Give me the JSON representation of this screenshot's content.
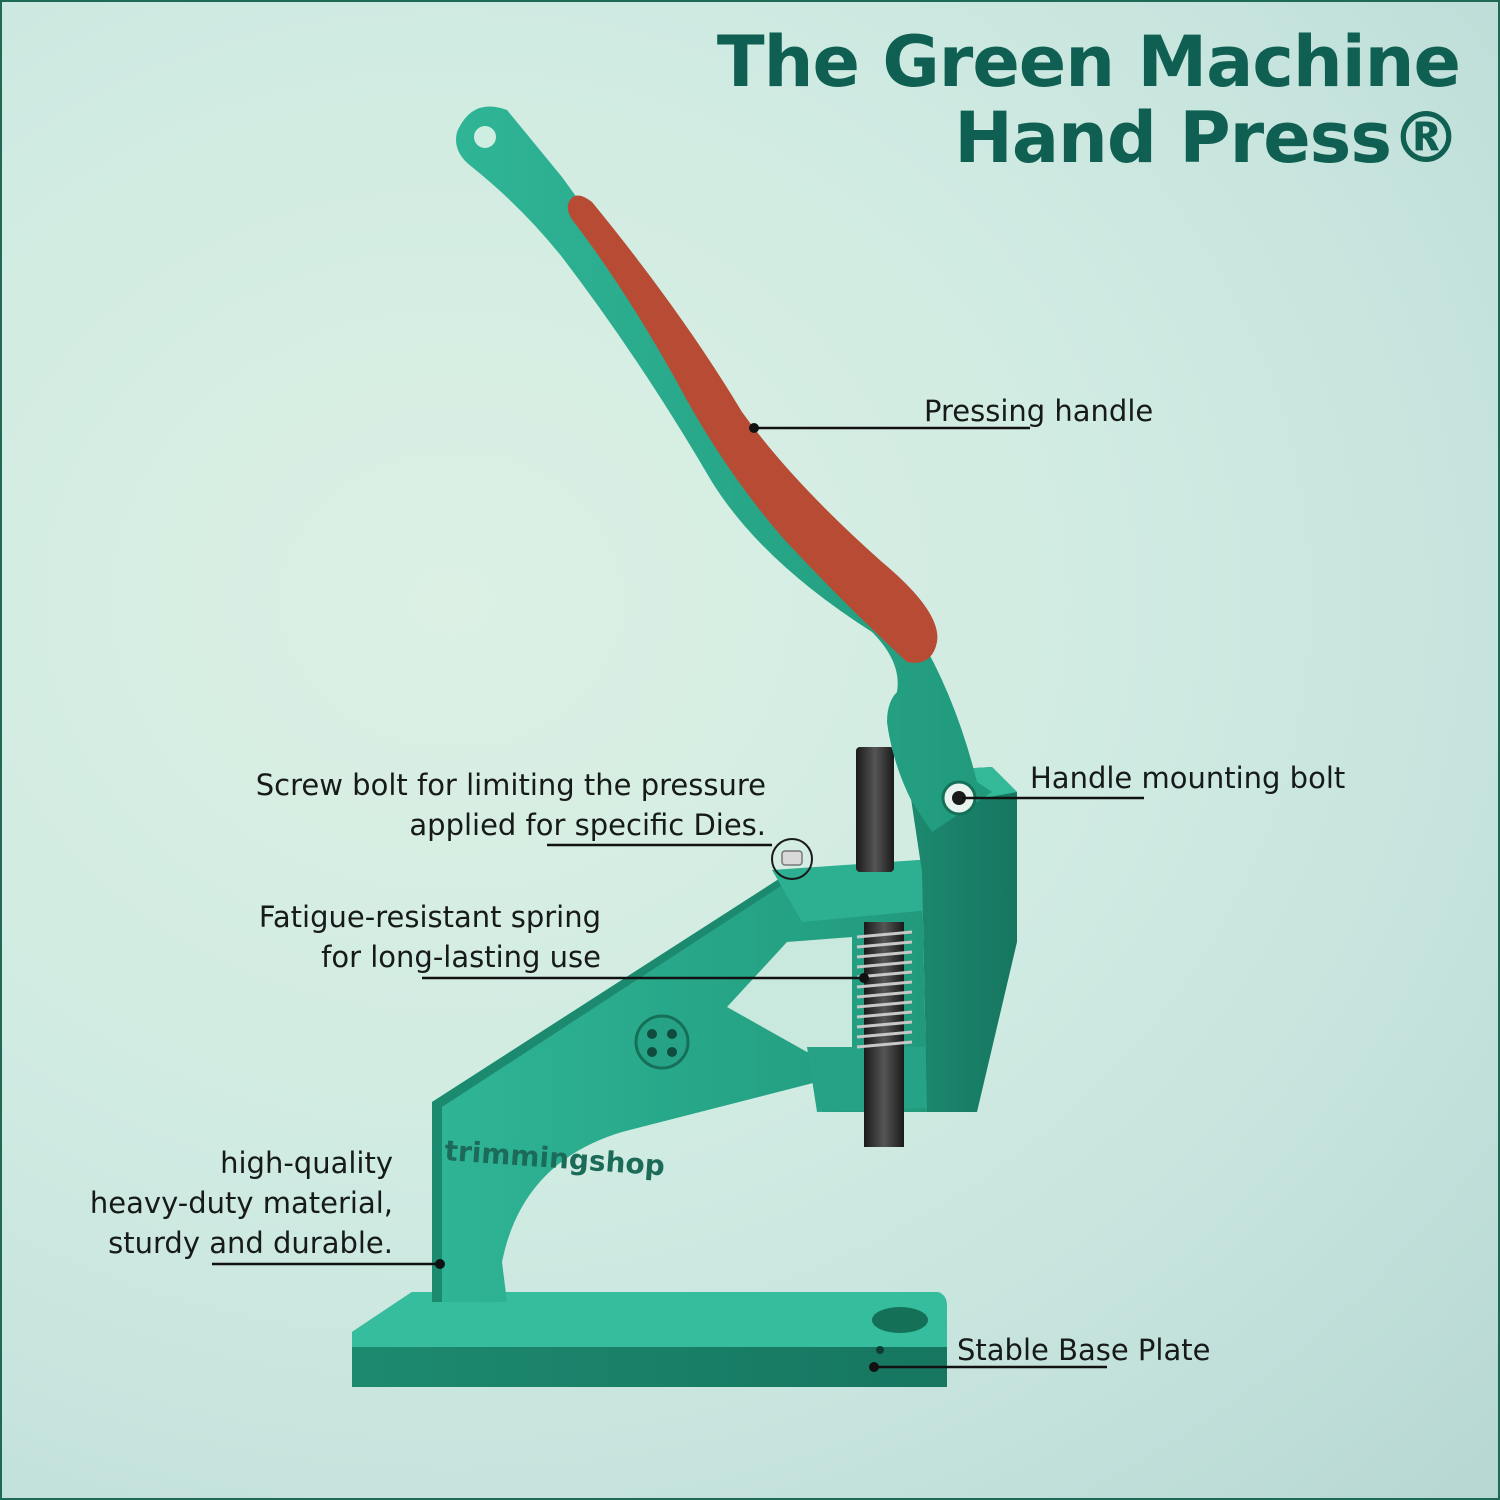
{
  "title": {
    "line1": "The Green Machine",
    "line2": "Hand Press®"
  },
  "brand_mark": "trimmingshop",
  "callouts": {
    "pressing_handle": "Pressing handle",
    "mounting_bolt": "Handle mounting bolt",
    "screw_bolt": {
      "line1": "Screw bolt for limiting the pressure",
      "line2": "applied for specific Dies."
    },
    "spring": {
      "line1": "Fatigue-resistant spring",
      "line2": "for long-lasting use"
    },
    "material": {
      "line1": "high-quality",
      "line2": "heavy-duty material,",
      "line3": "sturdy and durable."
    },
    "base_plate": "Stable Base Plate"
  },
  "colors": {
    "title": "#0f5f52",
    "machine_green": "#2aa98a",
    "handle_grip": "#b84b33",
    "border": "#1f6a56"
  }
}
